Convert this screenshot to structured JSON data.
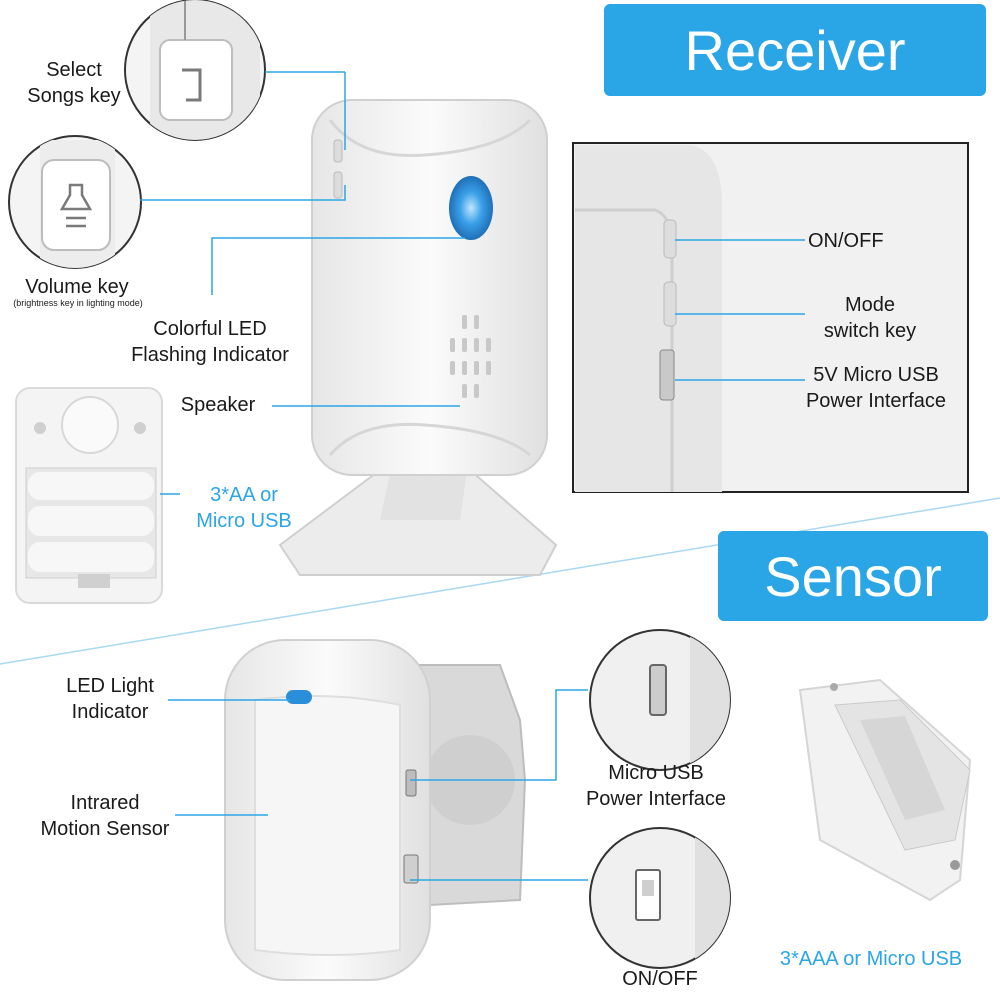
{
  "receiver": {
    "title": "Receiver",
    "select_songs_label_line1": "Select",
    "select_songs_label_line2": "Songs key",
    "volume_label": "Volume key",
    "volume_sub": "(brightness key in lighting mode)",
    "led_label_line1": "Colorful LED",
    "led_label_line2": "Flashing Indicator",
    "speaker_label": "Speaker",
    "battery_label_line1": "3*AA or",
    "battery_label_line2": "Micro USB",
    "onoff_label": "ON/OFF",
    "mode_label_line1": "Mode",
    "mode_label_line2": "switch key",
    "usb_label_line1": "5V Micro USB",
    "usb_label_line2": "Power Interface"
  },
  "sensor": {
    "title": "Sensor",
    "led_label_line1": "LED Light",
    "led_label_line2": "Indicator",
    "motion_label_line1": "Intrared",
    "motion_label_line2": "Motion Sensor",
    "usb_label_line1": "Micro USB",
    "usb_label_line2": "Power Interface",
    "onoff_label": "ON/OFF",
    "battery_label": "3*AAA or Micro USB"
  },
  "colors": {
    "accent": "#2aa6e6",
    "device": "#f3f3f3",
    "led": "#2a8fd8"
  }
}
